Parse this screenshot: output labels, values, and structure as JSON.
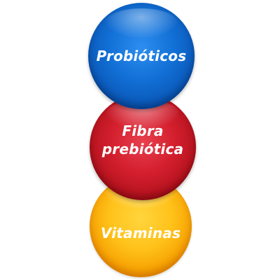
{
  "spheres": [
    {
      "label": "Probióticos",
      "color": "#1270d6"
    },
    {
      "label_line1": "Fibra",
      "label_line2": "prebiótica",
      "color": "#d41f2e"
    },
    {
      "label": "Vitaminas",
      "color": "#ffc21a"
    }
  ]
}
